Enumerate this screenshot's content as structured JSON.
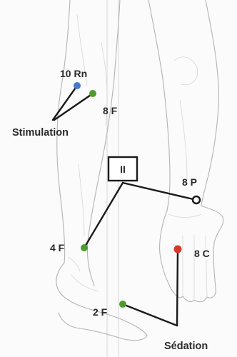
{
  "labels": {
    "rn10": "10 Rn",
    "f8": "8 F",
    "stimulation": "Stimulation",
    "roman": "II",
    "p8": "8 P",
    "f4": "4 F",
    "c8": "8 C",
    "f2": "2 F",
    "sedation": "Sédation"
  },
  "points": {
    "rn10": {
      "color": "#4a77c9"
    },
    "f8": {
      "color": "#4f9a2e"
    },
    "f4": {
      "color": "#4f9a2e"
    },
    "f2": {
      "color": "#4f9a2e"
    },
    "c8": {
      "color": "#d23a2a"
    },
    "p8": {
      "color": "#1a1a1a"
    }
  }
}
